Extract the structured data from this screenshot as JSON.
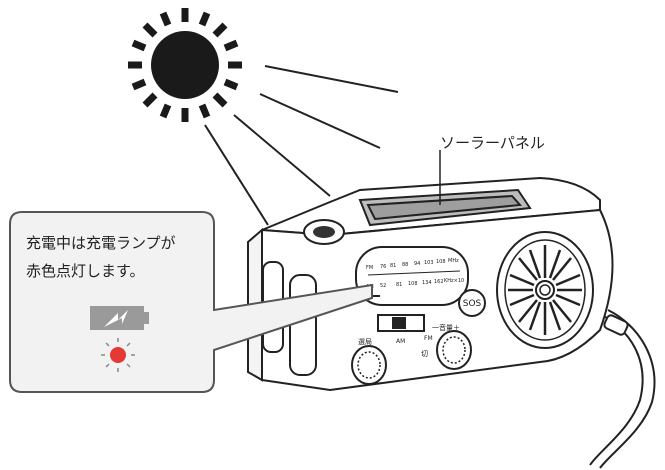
{
  "labels": {
    "solar_panel": "ソーラーパネル",
    "callout_line1": "充電中は充電ランプが",
    "callout_line2": "赤色点灯します。"
  },
  "dial": {
    "fm_ticks": [
      "FM",
      "76",
      "81",
      "88",
      "94",
      "103",
      "108",
      "MHz"
    ],
    "am_ticks": [
      "AM",
      "52",
      "",
      "81",
      "108",
      "",
      "134",
      "",
      "162",
      "KHz×10"
    ]
  },
  "controls": {
    "sos": "SOS",
    "tuning": "選局",
    "volume": "一音量＋",
    "off": "切",
    "am": "AM",
    "fm": "FM"
  },
  "icons": [
    "sun-icon",
    "battery-charging-icon",
    "lamp-glow-icon"
  ],
  "colors": {
    "ink": "#222222",
    "lamp_red": "#e53935",
    "battery_gray": "#9a9a9a",
    "callout_fill": "#f2f2f2"
  }
}
